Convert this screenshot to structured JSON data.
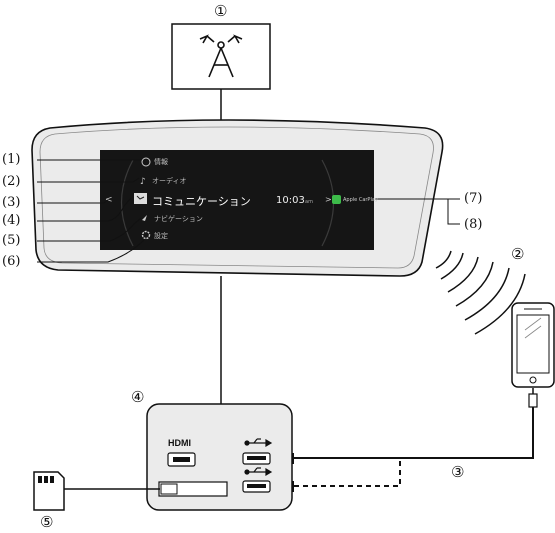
{
  "circled_numbers": {
    "n1": "①",
    "n2": "②",
    "n3": "③",
    "n4": "④",
    "n5": "⑤"
  },
  "callouts": {
    "c1": "(1)",
    "c2": "(2)",
    "c3": "(3)",
    "c4": "(4)",
    "c5": "(5)",
    "c6": "(6)",
    "c7": "(7)",
    "c8": "(8)"
  },
  "screen": {
    "menu": [
      "情報",
      "オーディオ",
      "コミュニケーション",
      "ナビゲーション",
      "設定"
    ],
    "clock": "10:03",
    "clock_suffix": "am",
    "connect_label": "Apple CarPlay"
  },
  "hub": {
    "hdmi_label": "HDMI"
  },
  "colors": {
    "screen_bg": "#1a1a1a",
    "display_bezel": "#e6e6e6",
    "carplay_green": "#3dbb4a"
  }
}
